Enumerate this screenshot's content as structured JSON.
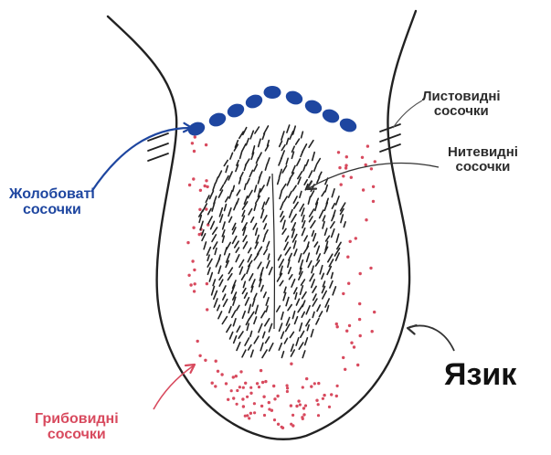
{
  "labels": {
    "foliate": {
      "line1": "Листовидні",
      "line2": "сосочки"
    },
    "filiform": {
      "line1": "Нитевидні",
      "line2": "сосочки"
    },
    "vallate": {
      "line1": "Жолобоваті",
      "line2": "сосочки"
    },
    "fungiform": {
      "line1": "Грибовидні",
      "line2": "сосочки"
    },
    "tongue": "Язик"
  },
  "colors": {
    "outline": "#222222",
    "vallate": "#1e46a0",
    "fungiform": "#d84a5e",
    "filiform": "#222222",
    "dark_text": "#2b2b2b"
  }
}
